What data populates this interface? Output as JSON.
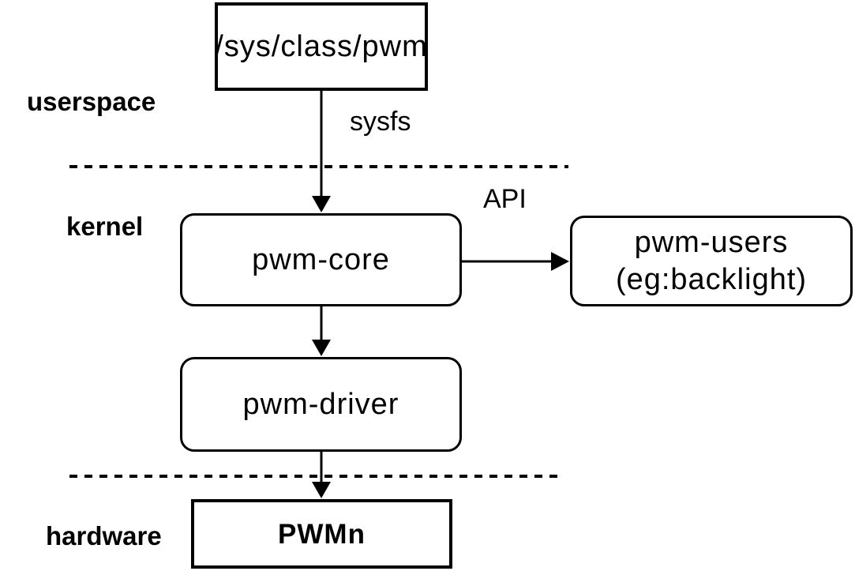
{
  "colors": {
    "background": "#ffffff",
    "stroke": "#000000",
    "text": "#000000"
  },
  "diagram": {
    "layers": {
      "userspace": {
        "label": "userspace"
      },
      "kernel": {
        "label": "kernel"
      },
      "hardware": {
        "label": "hardware"
      }
    },
    "nodes": {
      "sysfs_path": {
        "label": "/sys/class/pwm",
        "shape": "rectangle"
      },
      "pwm_core": {
        "label": "pwm-core",
        "shape": "rounded-rectangle"
      },
      "pwm_users": {
        "label_line1": "pwm-users",
        "label_line2": "(eg:backlight)",
        "shape": "rounded-rectangle"
      },
      "pwm_driver": {
        "label": "pwm-driver",
        "shape": "rounded-rectangle"
      },
      "pwm_hardware": {
        "label": "PWMn",
        "shape": "rectangle"
      }
    },
    "edges": {
      "sysfs_path_to_pwm_core": {
        "label": "sysfs"
      },
      "pwm_core_to_pwm_users": {
        "label": "API"
      },
      "pwm_core_to_pwm_driver": {
        "label": ""
      },
      "pwm_driver_to_pwm_hardware": {
        "label": ""
      }
    }
  }
}
